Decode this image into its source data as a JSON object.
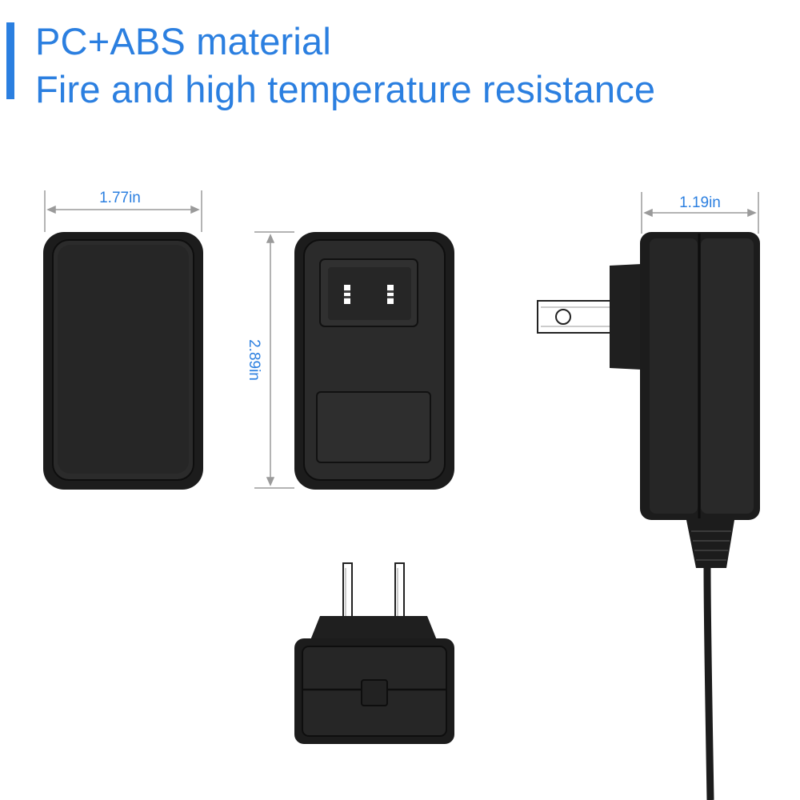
{
  "header": {
    "line1": "PC+ABS material",
    "line2": "Fire and high temperature resistance",
    "accent_color": "#2b7fe0"
  },
  "dimensions": {
    "width": "1.77in",
    "height": "2.89in",
    "depth": "1.19in"
  },
  "body_color": "#1c1c1c"
}
